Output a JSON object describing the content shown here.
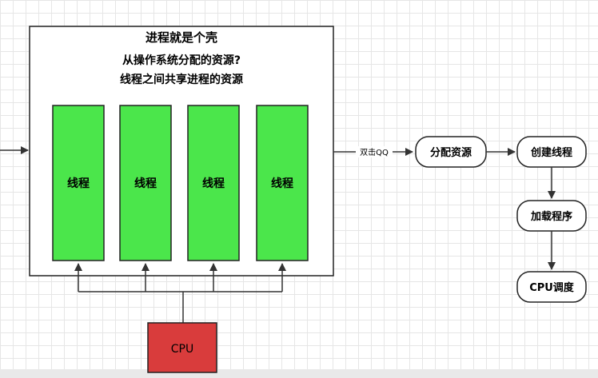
{
  "process_box": {
    "title": "进程就是个壳",
    "subtitle_line1": "从操作系统分配的资源?",
    "subtitle_line2": "线程之间共享进程的资源"
  },
  "threads": [
    {
      "label": "线程"
    },
    {
      "label": "线程"
    },
    {
      "label": "线程"
    },
    {
      "label": "线程"
    }
  ],
  "cpu": {
    "label": "CPU"
  },
  "edge_label": "双击QQ",
  "flow": {
    "allocate": "分配资源",
    "create_thread": "创建线程",
    "load_program": "加载程序",
    "cpu_schedule": "CPU调度"
  },
  "colors": {
    "thread_fill": "#4be64b",
    "cpu_fill": "#d93c3c",
    "line": "#333333"
  }
}
